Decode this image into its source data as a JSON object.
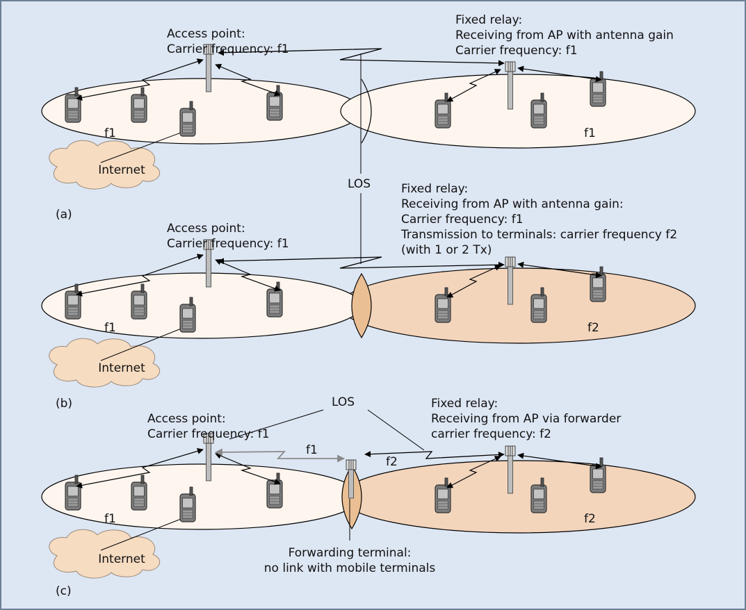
{
  "colors": {
    "background": "#dde6f3",
    "frame": "#6a7f96",
    "cell_f1": "#fdf5ee",
    "cell_f2": "#f3d5bc",
    "overlap": "#ebbf94",
    "cloud": "#f6dcc1",
    "forwarder_link": "#8a8a8a"
  },
  "panels": [
    {
      "id": "a",
      "label": "(a)",
      "ap_text": [
        "Access point:",
        "Carrier frequency: f1"
      ],
      "relay_text": [
        "Fixed relay:",
        "Receiving from AP with antenna gain",
        "Carrier frequency: f1"
      ],
      "left_cell_freq": "f1",
      "right_cell_freq": "f1",
      "internet": "Internet"
    },
    {
      "id": "b",
      "label": "(b)",
      "ap_text": [
        "Access point:",
        "Carrier frequency: f1"
      ],
      "relay_text": [
        "Fixed relay:",
        "Receiving from AP with antenna gain:",
        "Carrier frequency: f1",
        "Transmission to terminals: carrier frequency f2",
        "(with 1 or 2 Tx)"
      ],
      "left_cell_freq": "f1",
      "right_cell_freq": "f2",
      "internet": "Internet"
    },
    {
      "id": "c",
      "label": "(c)",
      "ap_text": [
        "Access point:",
        "Carrier frequency: f1"
      ],
      "relay_text": [
        "Fixed relay:",
        "Receiving from AP via forwarder",
        "carrier frequency: f2"
      ],
      "left_cell_freq": "f1",
      "right_cell_freq": "f2",
      "internet": "Internet",
      "link_f1": "f1",
      "link_f2": "f2",
      "forwarder_text": [
        "Forwarding terminal:",
        "no link with mobile terminals"
      ]
    }
  ],
  "los_ab": "LOS",
  "los_c": "LOS"
}
